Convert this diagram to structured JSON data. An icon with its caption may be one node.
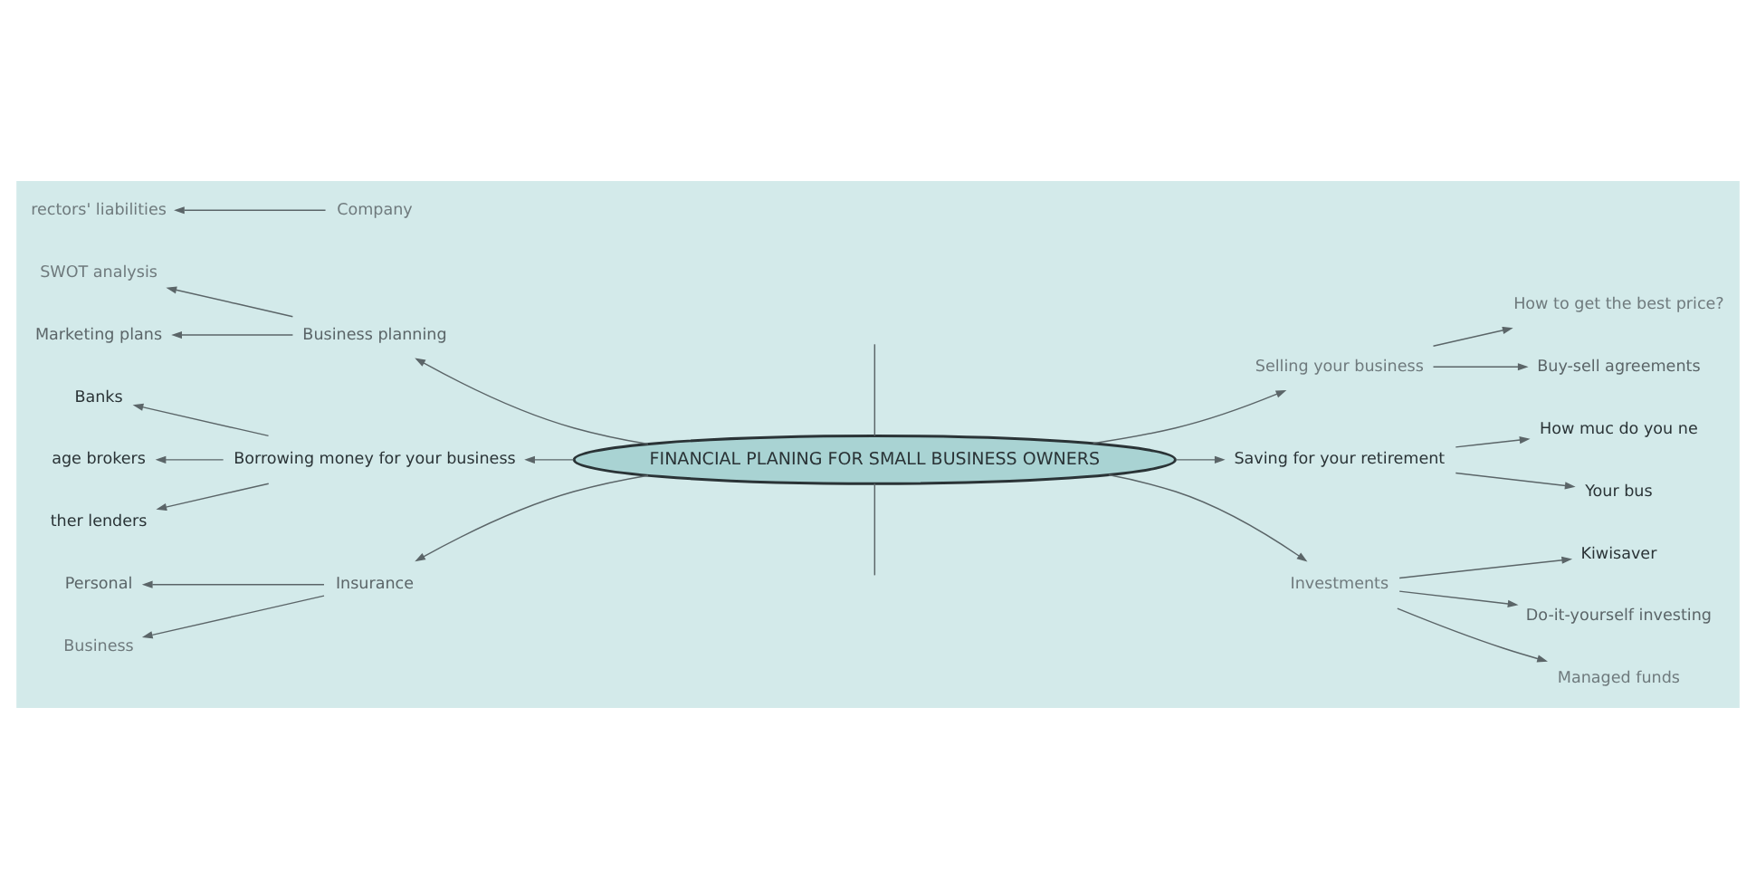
{
  "diagram": {
    "nodes": [
      {
        "text": [
          "FINANCIAL PLANING FOR SMALL BUSINESS OWNERS"
        ]
      },
      {
        "text": [
          "Business planning"
        ]
      },
      {
        "text": [
          "SWOT analysis"
        ]
      },
      {
        "text": [
          "Marketing plans"
        ]
      },
      {
        "text": [
          "Borrowing money for your business"
        ]
      },
      {
        "text": [
          "Banks"
        ]
      },
      {
        "text": [
          "age brokers"
        ]
      },
      {
        "text": [
          "ther lenders"
        ]
      },
      {
        "text": [
          "Insurance"
        ]
      },
      {
        "text": [
          "Personal"
        ]
      },
      {
        "text": [
          "Business"
        ]
      },
      {
        "text": [
          "Company"
        ]
      },
      {
        "text": [
          "rectors' liabilities"
        ]
      },
      {
        "text": [
          "Selling your business"
        ]
      },
      {
        "text": [
          "How to get the best price?"
        ]
      },
      {
        "text": [
          "Buy-sell agreements"
        ]
      },
      {
        "text": [
          "Saving for your retirement"
        ]
      },
      {
        "text": [
          "How muc do you ne"
        ]
      },
      {
        "text": [
          "Your bus"
        ]
      },
      {
        "text": [
          "Investments"
        ]
      },
      {
        "text": [
          "Kiwisaver"
        ]
      },
      {
        "text": [
          "Do-it-yourself investing"
        ]
      },
      {
        "text": [
          "Managed funds"
        ]
      }
    ],
    "edges": [
      {
        "from": 0,
        "to": null,
        "arrow": "none"
      },
      {
        "from": 0,
        "to": 1,
        "arrow": "to"
      },
      {
        "from": 1,
        "to": 2,
        "arrow": "to"
      },
      {
        "from": 1,
        "to": 3,
        "arrow": "to"
      },
      {
        "from": 0,
        "to": 4,
        "arrow": "to"
      },
      {
        "from": 4,
        "to": 5,
        "arrow": "to"
      },
      {
        "from": 4,
        "to": 6,
        "arrow": "to"
      },
      {
        "from": 4,
        "to": 7,
        "arrow": "to"
      },
      {
        "from": 0,
        "to": 8,
        "arrow": "to"
      },
      {
        "from": 8,
        "to": 9,
        "arrow": "to"
      },
      {
        "from": 8,
        "to": 10,
        "arrow": "to"
      },
      {
        "from": 11,
        "to": 12,
        "arrow": "to"
      },
      {
        "from": 0,
        "to": null,
        "arrow": "none"
      },
      {
        "from": 0,
        "to": 13,
        "arrow": "to"
      },
      {
        "from": 13,
        "to": 14,
        "arrow": "to"
      },
      {
        "from": 13,
        "to": 15,
        "arrow": "to"
      },
      {
        "from": 0,
        "to": 16,
        "arrow": "to"
      },
      {
        "from": 16,
        "to": 17,
        "arrow": "to"
      },
      {
        "from": 16,
        "to": 18,
        "arrow": "to"
      },
      {
        "from": 0,
        "to": 19,
        "arrow": "to"
      },
      {
        "from": 19,
        "to": 20,
        "arrow": "to"
      },
      {
        "from": 19,
        "to": 21,
        "arrow": "to"
      },
      {
        "from": 19,
        "to": 22,
        "arrow": "to"
      }
    ]
  }
}
